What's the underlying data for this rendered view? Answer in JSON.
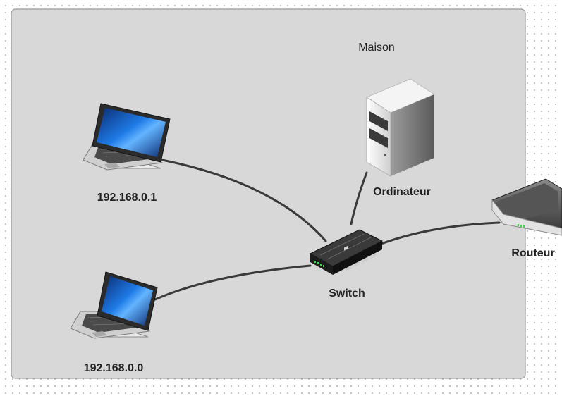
{
  "group": {
    "label": "Maison"
  },
  "devices": {
    "laptop_top": {
      "label": "192.168.0.1",
      "icon": "laptop-icon"
    },
    "laptop_bottom": {
      "label": "192.168.0.0",
      "icon": "laptop-icon"
    },
    "computer": {
      "label": "Ordinateur",
      "icon": "server-tower-icon"
    },
    "switch": {
      "label": "Switch",
      "icon": "network-switch-icon"
    },
    "router": {
      "label": "Routeur",
      "icon": "router-icon"
    }
  },
  "connections": [
    {
      "from": "laptop_top",
      "to": "switch"
    },
    {
      "from": "laptop_bottom",
      "to": "switch"
    },
    {
      "from": "computer",
      "to": "switch"
    },
    {
      "from": "switch",
      "to": "router"
    }
  ],
  "colors": {
    "group_fill": "#d8d8d8",
    "group_stroke": "#9a9a9a",
    "edge": "#3a3a3a",
    "screen": "#1e72e0"
  }
}
